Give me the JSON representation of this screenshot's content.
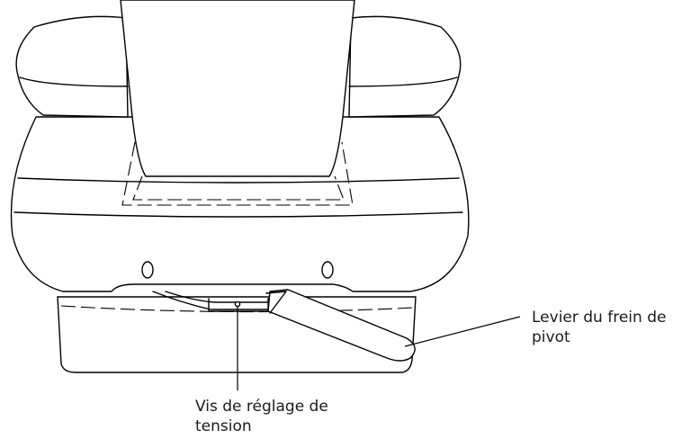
{
  "callouts": {
    "pivot_brake_lever": [
      "Levier du frein de",
      "pivot"
    ],
    "tension_adjust_screw": [
      "Vis de réglage de",
      "tension"
    ]
  }
}
